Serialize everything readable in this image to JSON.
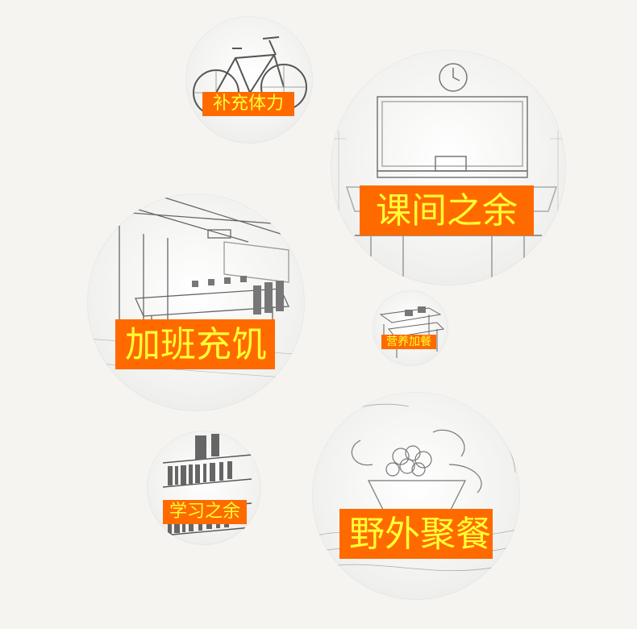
{
  "colors": {
    "label_background": "#ff6a00",
    "label_text": "#ffff33",
    "page_background": "#f5f4f1"
  },
  "circles": [
    {
      "id": "bicycle",
      "label": "补充体力",
      "icon": "bicycle-icon"
    },
    {
      "id": "classroom",
      "label": "课间之余",
      "icon": "classroom-icon"
    },
    {
      "id": "office",
      "label": "加班充饥",
      "icon": "office-icon"
    },
    {
      "id": "desks",
      "label": "营养加餐",
      "icon": "desks-icon"
    },
    {
      "id": "library",
      "label": "学习之余",
      "icon": "bookshelf-icon"
    },
    {
      "id": "picnic",
      "label": "野外聚餐",
      "icon": "fruit-basket-icon"
    }
  ]
}
